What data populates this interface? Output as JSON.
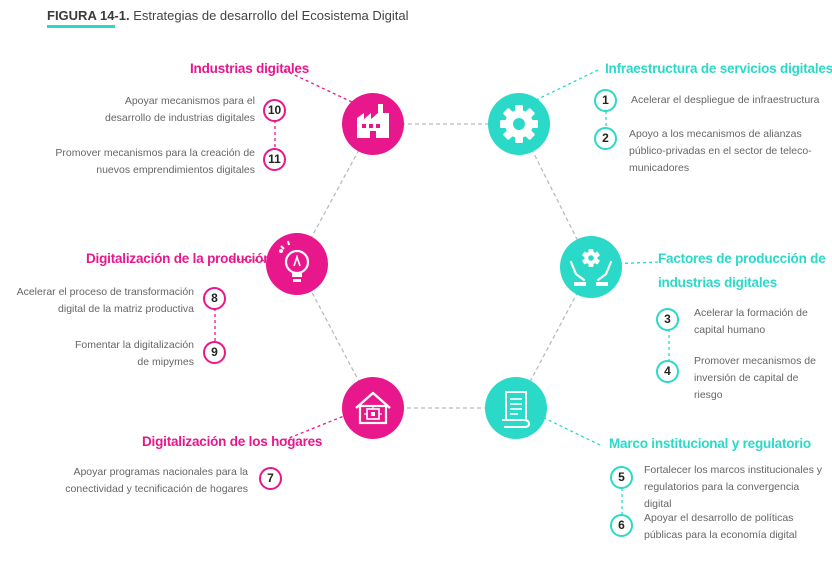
{
  "figure": {
    "label": "FIGURA 14-1.",
    "title": "Estrategias de desarrollo del Ecosistema Digital"
  },
  "colors": {
    "pink": "#e8178c",
    "teal": "#2bd9c8",
    "text": "#666666",
    "connector": "#bbbbbb"
  },
  "nodes": {
    "industrias": {
      "title": "Industrias digitales",
      "icon": "factory-icon",
      "items": [
        {
          "num": "10",
          "text": "Apoyar mecanismos para el\ndesarrollo de industrias digitales"
        },
        {
          "num": "11",
          "text": "Promover mecanismos para la creación de\nnuevos emprendimientos digitales"
        }
      ]
    },
    "infraestructura": {
      "title": "Infraestructura de servicios digitales",
      "icon": "gear-icon",
      "items": [
        {
          "num": "1",
          "text": "Acelerar el despliegue de infraestructura"
        },
        {
          "num": "2",
          "text": "Apoyo a los mecanismos de alianzas\npúblico-privadas en el sector de teleco-\nmunicadores"
        }
      ]
    },
    "produccion": {
      "title": "Digitalización de la produción",
      "icon": "lightbulb-icon",
      "items": [
        {
          "num": "8",
          "text": "Acelerar el proceso de transformación\ndigital de la matriz productiva"
        },
        {
          "num": "9",
          "text": "Fomentar la digitalización\nde mipymes"
        }
      ]
    },
    "factores": {
      "title_line1": "Factores de producción de",
      "title_line2": "industrias digitales",
      "icon": "hands-gear-icon",
      "items": [
        {
          "num": "3",
          "text": "Acelerar la formación de\ncapital humano"
        },
        {
          "num": "4",
          "text": "Promover mecanismos de\ninversión de capital de riesgo"
        }
      ]
    },
    "hogares": {
      "title": "Digitalización de los hogares",
      "icon": "smart-home-icon",
      "items": [
        {
          "num": "7",
          "text": "Apoyar programas nacionales para la\nconectividad y tecnificación de hogares"
        }
      ]
    },
    "marco": {
      "title": "Marco institucional y regulatorio",
      "icon": "document-scroll-icon",
      "items": [
        {
          "num": "5",
          "text": "Fortalecer los marcos institucionales y\nregulatorios para la convergencia digital"
        },
        {
          "num": "6",
          "text": "Apoyar el desarrollo de políticas\npúblicas para la economía digital"
        }
      ]
    }
  }
}
